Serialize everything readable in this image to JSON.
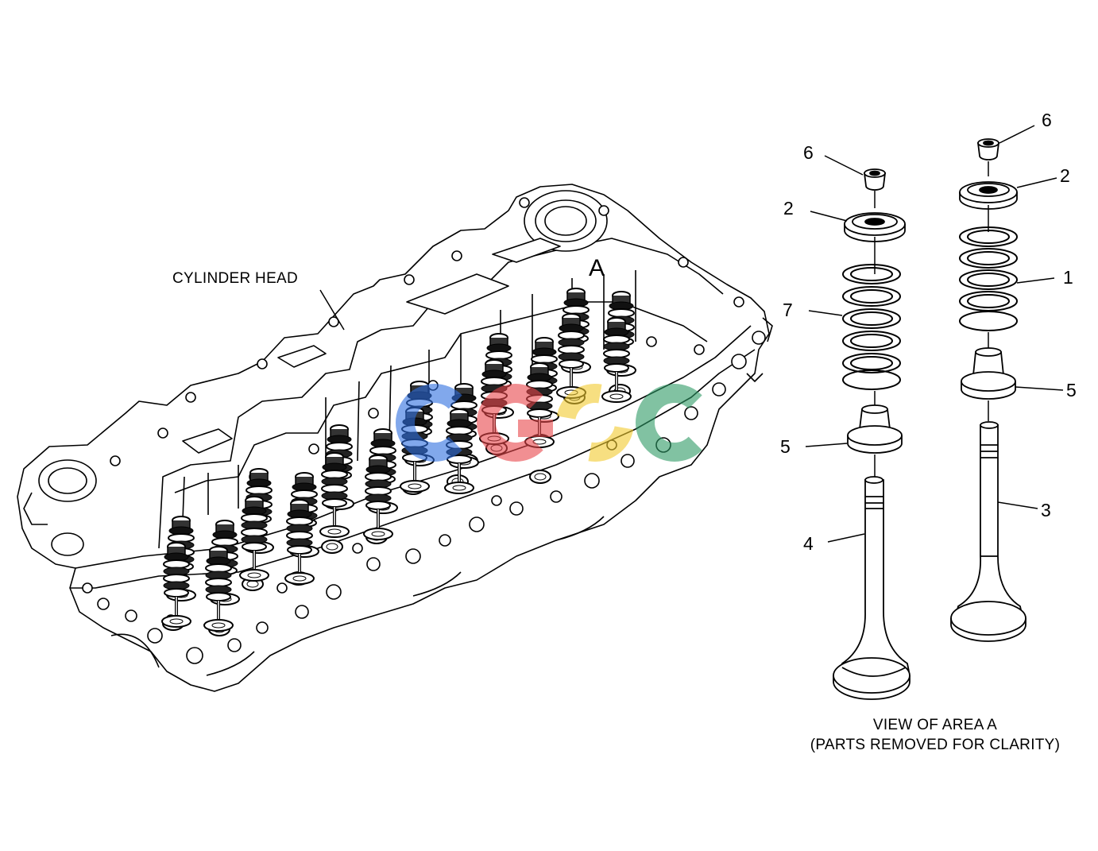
{
  "diagram": {
    "cylinder_head_label": "CYLINDER HEAD",
    "area_label": "A",
    "caption_line1": "VIEW OF AREA  A",
    "caption_line2": "(PARTS REMOVED FOR CLARITY)"
  },
  "callouts_left_stack": [
    "6",
    "2",
    "7",
    "5",
    "4"
  ],
  "callouts_right_stack": [
    "6",
    "2",
    "1",
    "5",
    "3"
  ],
  "watermark": {
    "colors": [
      "#2f6fe0",
      "#e8464a",
      "#f2cb2f",
      "#2e9a66"
    ]
  }
}
